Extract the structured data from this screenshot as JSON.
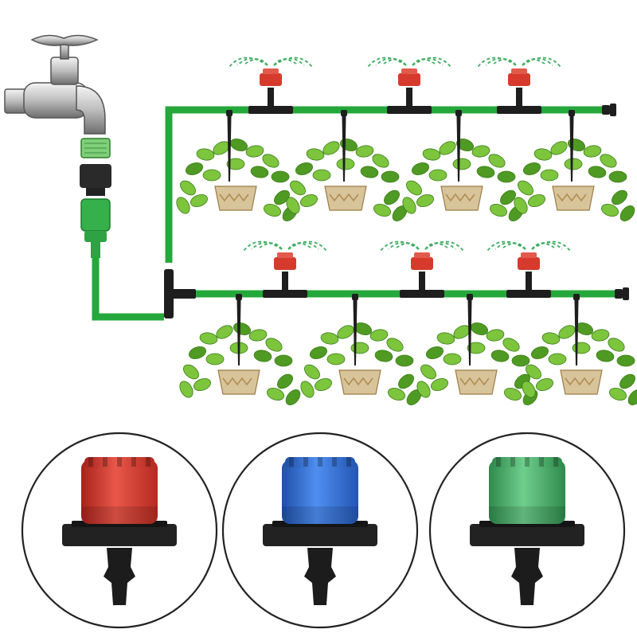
{
  "diagram": {
    "type": "drip-irrigation-kit-illustration",
    "colors": {
      "hose": "#25a83b",
      "hose_dark": "#1b7f2c",
      "connector": "#1e1e1e",
      "emitter_red": "#d63a2c",
      "emitter_blue": "#2f6fd6",
      "emitter_green": "#3fae63",
      "spray": "#3fae63",
      "leaf": "#7cc53d",
      "leaf_dark": "#4f9a23",
      "pot": "#d8c49a",
      "pot_stripe": "#b08a4e",
      "faucet": "#cfcfcf",
      "faucet_dark": "#7a7a7a"
    },
    "rows": [
      {
        "name": "upper-row",
        "emitters": 3,
        "plants": 4
      },
      {
        "name": "lower-row",
        "emitters": 3,
        "plants": 4
      }
    ],
    "detail_views": [
      {
        "name": "red-emitter-detail",
        "cap_color": "red"
      },
      {
        "name": "blue-emitter-detail",
        "cap_color": "blue"
      },
      {
        "name": "green-emitter-detail",
        "cap_color": "green"
      }
    ]
  }
}
